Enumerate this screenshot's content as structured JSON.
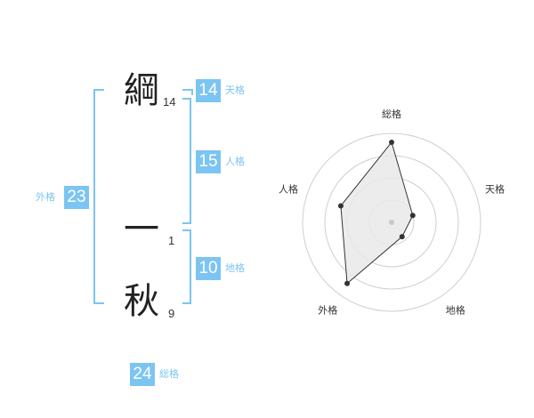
{
  "name": {
    "characters": [
      {
        "char": "綱",
        "strokes": "14"
      },
      {
        "char": "一",
        "strokes": "1"
      },
      {
        "char": "秋",
        "strokes": "9"
      }
    ]
  },
  "kakusu": {
    "tenkaku": {
      "value": "14",
      "label": "天格"
    },
    "jinkaku": {
      "value": "15",
      "label": "人格"
    },
    "chikaku": {
      "value": "10",
      "label": "地格"
    },
    "gaikaku": {
      "value": "23",
      "label": "外格"
    },
    "soukaku": {
      "value": "24",
      "label": "総格"
    }
  },
  "chart_data": {
    "type": "radar",
    "axes": [
      "総格",
      "天格",
      "地格",
      "外格",
      "人格"
    ],
    "values": [
      0.9,
      0.25,
      0.2,
      0.85,
      0.6
    ],
    "range": [
      0,
      1
    ],
    "rings": 4,
    "colors": {
      "fill": "#e9e9e9",
      "line": "#333333",
      "ring": "#cfcfcf",
      "center": "#c8c8c8"
    }
  }
}
